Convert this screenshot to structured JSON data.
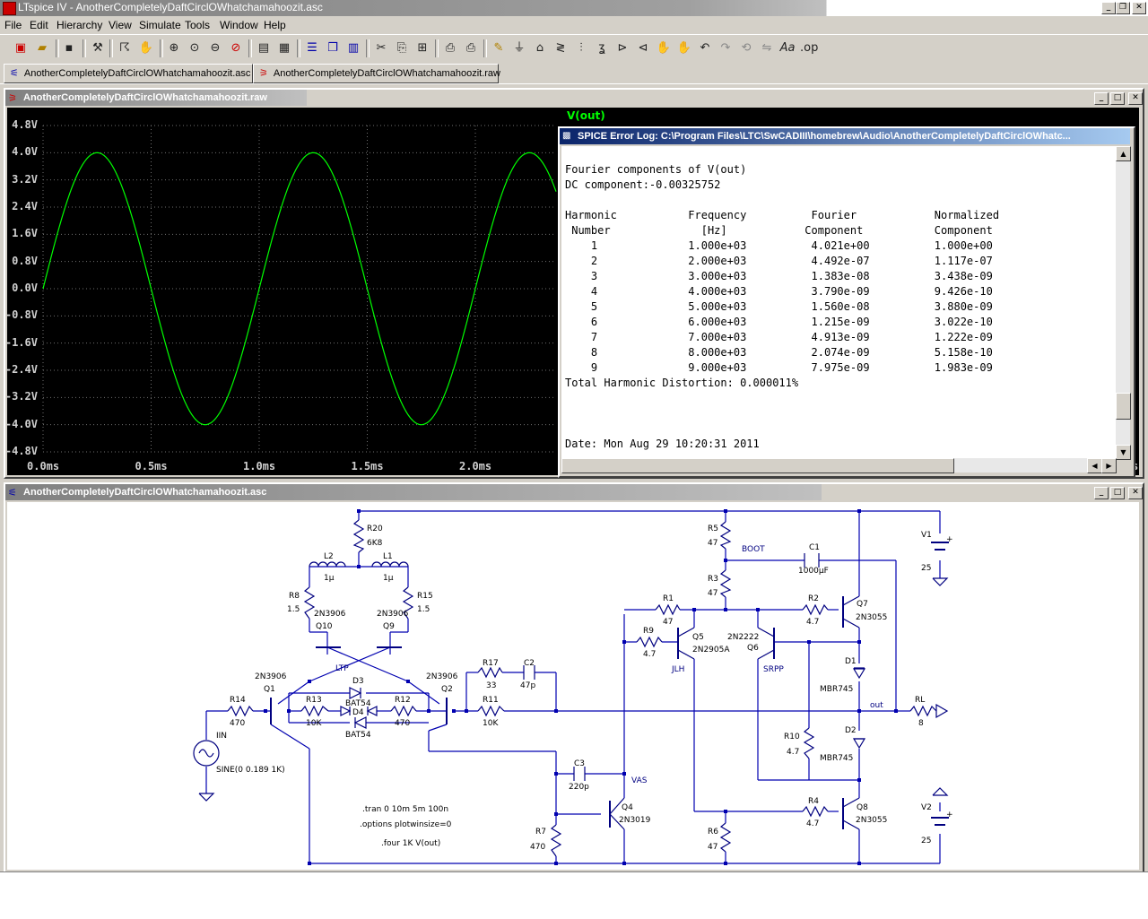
{
  "app": {
    "title": "LTspice IV - AnotherCompletelyDaftCirclOWhatchamahoozit.asc",
    "window_buttons": [
      "_",
      "❐",
      "✕"
    ]
  },
  "menu": [
    "File",
    "Edit",
    "Hierarchy",
    "View",
    "Simulate",
    "Tools",
    "Window",
    "Help"
  ],
  "tabs": [
    {
      "label": "AnotherCompletelyDaftCirclOWhatchamahoozit.asc"
    },
    {
      "label": "AnotherCompletelyDaftCirclOWhatchamahoozit.raw"
    }
  ],
  "waveform_window": {
    "title": "AnotherCompletelyDaftCirclOWhatchamahoozit.raw",
    "trace_label": "V(out)",
    "trace_color": "#00ff00"
  },
  "chart_data": {
    "type": "line",
    "series": [
      {
        "name": "V(out)",
        "amplitude": 4.0,
        "frequency_khz": 1.0
      }
    ],
    "x_ticks": [
      "0.0ms",
      "0.5ms",
      "1.0ms",
      "1.5ms",
      "2.0ms"
    ],
    "y_ticks": [
      "4.8V",
      "4.0V",
      "3.2V",
      "2.4V",
      "1.6V",
      "0.8V",
      "0.0V",
      "-0.8V",
      "-1.6V",
      "-2.4V",
      "-3.2V",
      "-4.0V",
      "-4.8V"
    ],
    "xlim_ms": [
      0,
      2.4
    ],
    "ylim": [
      -4.8,
      4.8
    ],
    "grid": true
  },
  "error_log": {
    "title": "SPICE Error Log: C:\\Program Files\\LTC\\SwCADIII\\homebrew\\Audio\\AnotherCompletelyDaftCirclOWhatc...",
    "header1": "Fourier components of V(out)",
    "header2": "DC component:-0.00325752",
    "col_headers_1": "Harmonic           Frequency          Fourier            Normalized",
    "col_headers_2": " Number              [Hz]            Component           Component",
    "rows": [
      {
        "n": "1",
        "freq": "1.000e+03",
        "fourier": "4.021e+00",
        "norm": "1.000e+00"
      },
      {
        "n": "2",
        "freq": "2.000e+03",
        "fourier": "4.492e-07",
        "norm": "1.117e-07"
      },
      {
        "n": "3",
        "freq": "3.000e+03",
        "fourier": "1.383e-08",
        "norm": "3.438e-09"
      },
      {
        "n": "4",
        "freq": "4.000e+03",
        "fourier": "3.790e-09",
        "norm": "9.426e-10"
      },
      {
        "n": "5",
        "freq": "5.000e+03",
        "fourier": "1.560e-08",
        "norm": "3.880e-09"
      },
      {
        "n": "6",
        "freq": "6.000e+03",
        "fourier": "1.215e-09",
        "norm": "3.022e-10"
      },
      {
        "n": "7",
        "freq": "7.000e+03",
        "fourier": "4.913e-09",
        "norm": "1.222e-09"
      },
      {
        "n": "8",
        "freq": "8.000e+03",
        "fourier": "2.074e-09",
        "norm": "5.158e-10"
      },
      {
        "n": "9",
        "freq": "9.000e+03",
        "fourier": "7.975e-09",
        "norm": "1.983e-09"
      }
    ],
    "thd": "Total Harmonic Distortion: 0.000011%",
    "date": "Date: Mon Aug 29 10:20:31 2011"
  },
  "schematic_window": {
    "title": "AnotherCompletelyDaftCirclOWhatchamahoozit.asc"
  },
  "schematic": {
    "components": [
      {
        "ref": "R20",
        "val": "6K8"
      },
      {
        "ref": "L2",
        "val": "1µ"
      },
      {
        "ref": "L1",
        "val": "1µ"
      },
      {
        "ref": "R8",
        "val": "1.5"
      },
      {
        "ref": "R15",
        "val": "1.5"
      },
      {
        "ref": "Q10",
        "val": "2N3906"
      },
      {
        "ref": "Q9",
        "val": "2N3906"
      },
      {
        "ref": "Q1",
        "val": "2N3906"
      },
      {
        "ref": "Q2",
        "val": "2N3906"
      },
      {
        "ref": "R14",
        "val": "470"
      },
      {
        "ref": "R13",
        "val": "10K"
      },
      {
        "ref": "R12",
        "val": "470"
      },
      {
        "ref": "D3",
        "val": "BAT54"
      },
      {
        "ref": "D4",
        "val": "BAT54"
      },
      {
        "ref": "R17",
        "val": "33"
      },
      {
        "ref": "C2",
        "val": "47p"
      },
      {
        "ref": "R11",
        "val": "10K"
      },
      {
        "ref": "IIN",
        "val": "SINE(0 0.189 1K)"
      },
      {
        "ref": "C3",
        "val": "220p"
      },
      {
        "ref": "Q4",
        "val": "2N3019"
      },
      {
        "ref": "R7",
        "val": "470"
      },
      {
        "ref": "R5",
        "val": "47"
      },
      {
        "ref": "R3",
        "val": "47"
      },
      {
        "ref": "C1",
        "val": "1000µF"
      },
      {
        "ref": "R1",
        "val": "47"
      },
      {
        "ref": "R9",
        "val": "4.7"
      },
      {
        "ref": "Q5",
        "val": "2N2905A"
      },
      {
        "ref": "Q6",
        "val": "2N2222"
      },
      {
        "ref": "R2",
        "val": "4.7"
      },
      {
        "ref": "Q7",
        "val": "2N3055"
      },
      {
        "ref": "D1",
        "val": "MBR745"
      },
      {
        "ref": "D2",
        "val": "MBR745"
      },
      {
        "ref": "R10",
        "val": "4.7"
      },
      {
        "ref": "R4",
        "val": "4.7"
      },
      {
        "ref": "Q8",
        "val": "2N3055"
      },
      {
        "ref": "R6",
        "val": "47"
      },
      {
        "ref": "V1",
        "val": "25"
      },
      {
        "ref": "V2",
        "val": "25"
      },
      {
        "ref": "RL",
        "val": "8"
      }
    ],
    "net_labels": [
      "LTP",
      "VAS",
      "JLH",
      "SRPP",
      "BOOT",
      "out"
    ],
    "directives": [
      ".tran 0 10m 5m 100n",
      ".options plotwinsize=0",
      ".four 1K V(out)"
    ]
  },
  "colors": {
    "wire": "#0000b0",
    "trace": "#00ff00",
    "plot_bg": "#000000",
    "component": "#000080"
  }
}
